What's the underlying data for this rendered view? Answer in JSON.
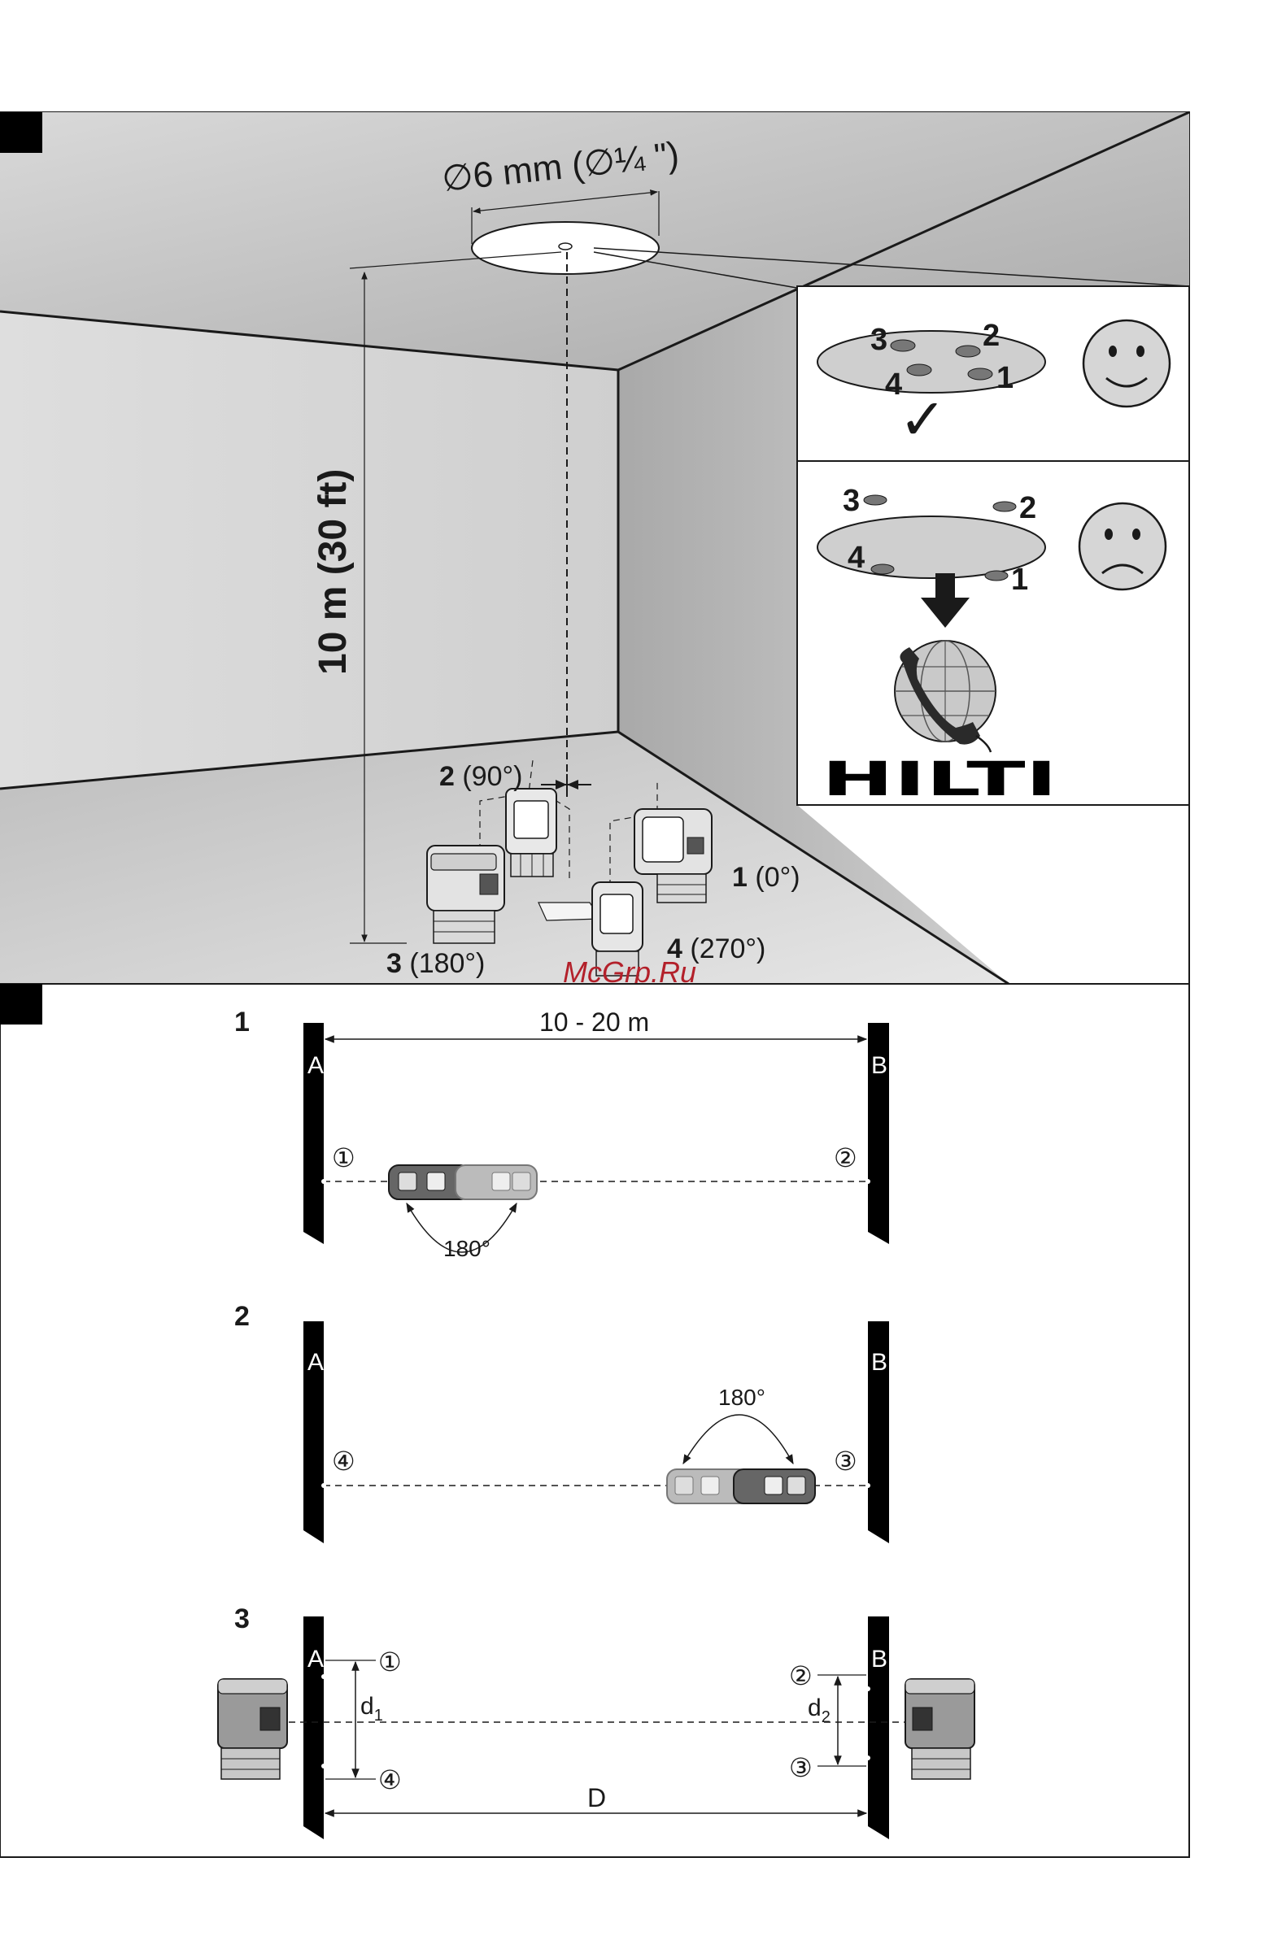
{
  "figure1": {
    "diameter_label": "∅6 mm (∅¼ \")",
    "height_label": "10 m (30 ft)",
    "positions": [
      {
        "num": "1",
        "angle": "(0°)"
      },
      {
        "num": "2",
        "angle": "(90°)"
      },
      {
        "num": "3",
        "angle": "(180°)"
      },
      {
        "num": "4",
        "angle": "(270°)"
      }
    ],
    "good_panel": {
      "points": [
        "1",
        "2",
        "3",
        "4"
      ],
      "check": "✓"
    },
    "bad_panel": {
      "points": [
        "1",
        "2",
        "3",
        "4"
      ]
    },
    "brand": "HILTI"
  },
  "watermark": "McGrp.Ru",
  "figure2": {
    "step1": {
      "num": "1",
      "distance": "10 - 20 m",
      "wall_a": "A",
      "wall_b": "B",
      "mark_left": "①",
      "mark_right": "②",
      "rotation": "180°"
    },
    "step2": {
      "num": "2",
      "wall_a": "A",
      "wall_b": "B",
      "mark_left": "④",
      "mark_right": "③",
      "rotation": "180°"
    },
    "step3": {
      "num": "3",
      "wall_a": "A",
      "wall_b": "B",
      "mark1": "①",
      "mark4": "④",
      "mark2": "②",
      "mark3": "③",
      "d1": "d",
      "d1_sub": "1",
      "d2": "d",
      "d2_sub": "2",
      "distance": "D"
    }
  }
}
